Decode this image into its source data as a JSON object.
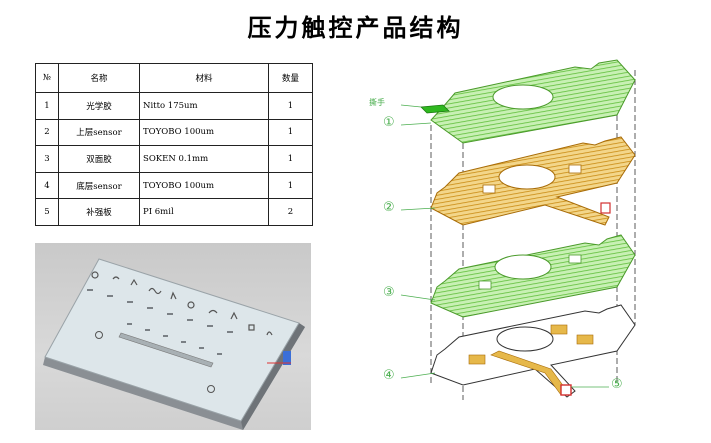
{
  "title": "压力触控产品结构",
  "table": {
    "headers": [
      "№",
      "名称",
      "材料",
      "数量"
    ],
    "rows": [
      {
        "no": "1",
        "name": "光学胶",
        "material": "Nitto 175um",
        "qty": "1"
      },
      {
        "no": "2",
        "name": "上层sensor",
        "material": "TOYOBO 100um",
        "qty": "1"
      },
      {
        "no": "3",
        "name": "双面胶",
        "material": "SOKEN 0.1mm",
        "qty": "1"
      },
      {
        "no": "4",
        "name": "底层sensor",
        "material": "TOYOBO 100um",
        "qty": "1"
      },
      {
        "no": "5",
        "name": "补强板",
        "material": "PI 6mil",
        "qty": "2"
      }
    ]
  },
  "diagram": {
    "tab_label": "撕手",
    "callouts": [
      "①",
      "②",
      "③",
      "④",
      "⑤"
    ]
  },
  "colors": {
    "green_layer": "#9be07a",
    "yellow_layer": "#e6b84a",
    "callout_circle": "#4caf50",
    "stiffener_red": "#d32f2f"
  }
}
